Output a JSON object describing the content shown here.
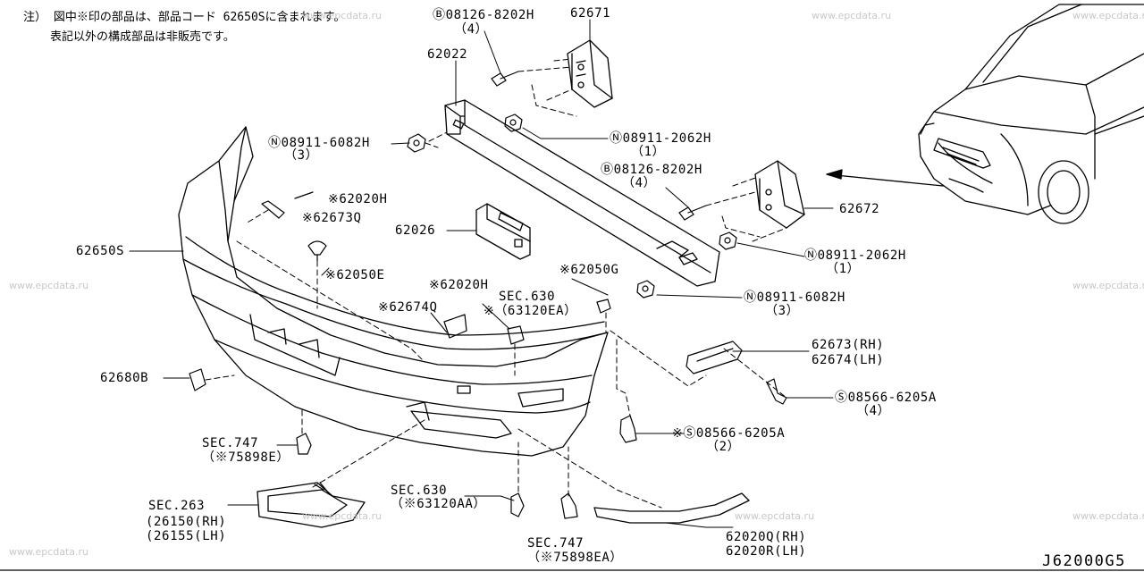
{
  "note": {
    "line1": "注） 図中※印の部品は、部品コード 62650Sに含まれます。",
    "line2": "表記以外の構成部品は非販売です。"
  },
  "watermark": "www.epcdata.ru",
  "diagram_code": "J62000G5",
  "labels": {
    "b08126_top": "Ⓑ08126-8202H",
    "b08126_top_qty": "（4）",
    "p62671": "62671",
    "p62022": "62022",
    "n08911_6082_left": "Ⓝ08911-6082H",
    "n08911_6082_left_qty": "（3）",
    "n08911_2062_top": "Ⓝ08911-2062H",
    "n08911_2062_top_qty": "（1）",
    "b08126_mid": "Ⓑ08126-8202H",
    "b08126_mid_qty": "（4）",
    "p62020h_top": "※62020H",
    "p62673q": "※62673Q",
    "p62672": "62672",
    "p62026": "62026",
    "p62650s": "62650S",
    "n08911_2062_mid": "Ⓝ08911-2062H",
    "n08911_2062_mid_qty": "（1）",
    "p62050e": "※62050E",
    "p62050g": "※62050G",
    "p62020h_mid": "※62020H",
    "sec630_top": "SEC.630",
    "sec630_top_sub": "※（63120EA）",
    "p62674q": "※62674Q",
    "n08911_6082_right": "Ⓝ08911-6082H",
    "n08911_6082_right_qty": "（3）",
    "p62673_rh": "62673(RH)",
    "p62674_lh": "62674(LH)",
    "p62680b": "62680B",
    "s08566_right": "Ⓢ08566-6205A",
    "s08566_right_qty": "（4）",
    "s08566_mid": "※Ⓢ08566-6205A",
    "s08566_mid_qty": "（2）",
    "sec747_left": "SEC.747",
    "sec747_left_sub": "（※75898E）",
    "sec630_bottom": "SEC.630",
    "sec630_bottom_sub": "（※63120AA）",
    "sec263": "SEC.263",
    "p26150": "(26150(RH)",
    "p26155": "(26155(LH)",
    "sec747_bottom": "SEC.747",
    "sec747_bottom_sub": "（※75898EA）",
    "p62020q": "62020Q(RH)",
    "p62020r": "62020R(LH)"
  }
}
